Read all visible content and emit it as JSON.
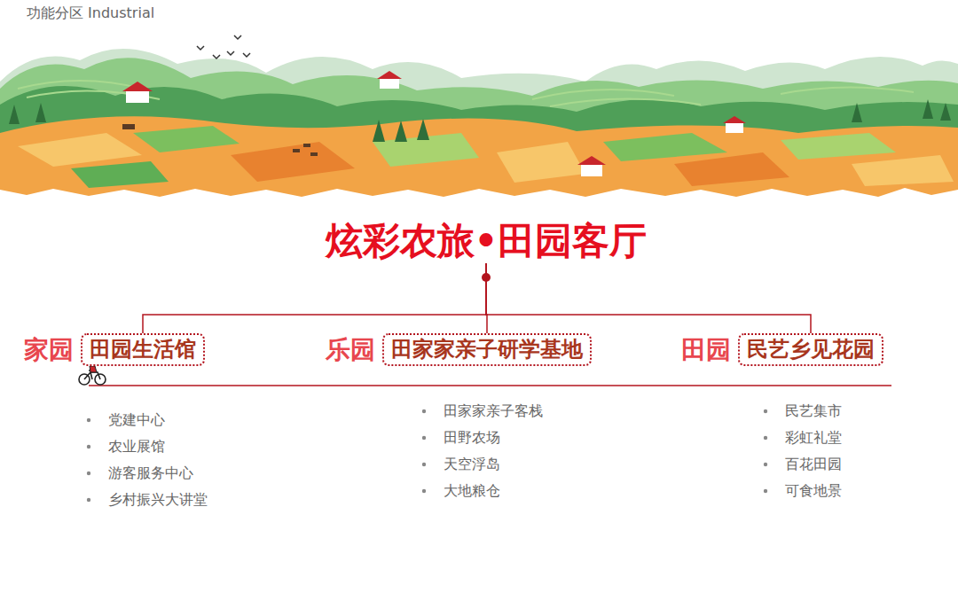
{
  "diagram": {
    "nodes": [
      {
        "text": [
          "炫彩农旅•田园客厅"
        ]
      },
      {
        "text": [
          "家园",
          "田园生活馆"
        ]
      },
      {
        "text": [
          "乐园",
          "田家家亲子研学基地"
        ]
      },
      {
        "text": [
          "田园",
          "民艺乡见花园"
        ]
      }
    ],
    "edges": [
      {
        "from": 0,
        "to": 1,
        "arrow": "none"
      },
      {
        "from": 0,
        "to": 2,
        "arrow": "none"
      },
      {
        "from": 0,
        "to": 3,
        "arrow": "none"
      }
    ],
    "labels": [
      "功能分区 Industrial",
      "党建中心",
      "农业展馆",
      "游客服务中心",
      "乡村振兴大讲堂",
      "田家家亲子客栈",
      "田野农场",
      "天空浮岛",
      "大地粮仓",
      "民艺集市",
      "彩虹礼堂",
      "百花田园",
      "可食地景"
    ]
  }
}
